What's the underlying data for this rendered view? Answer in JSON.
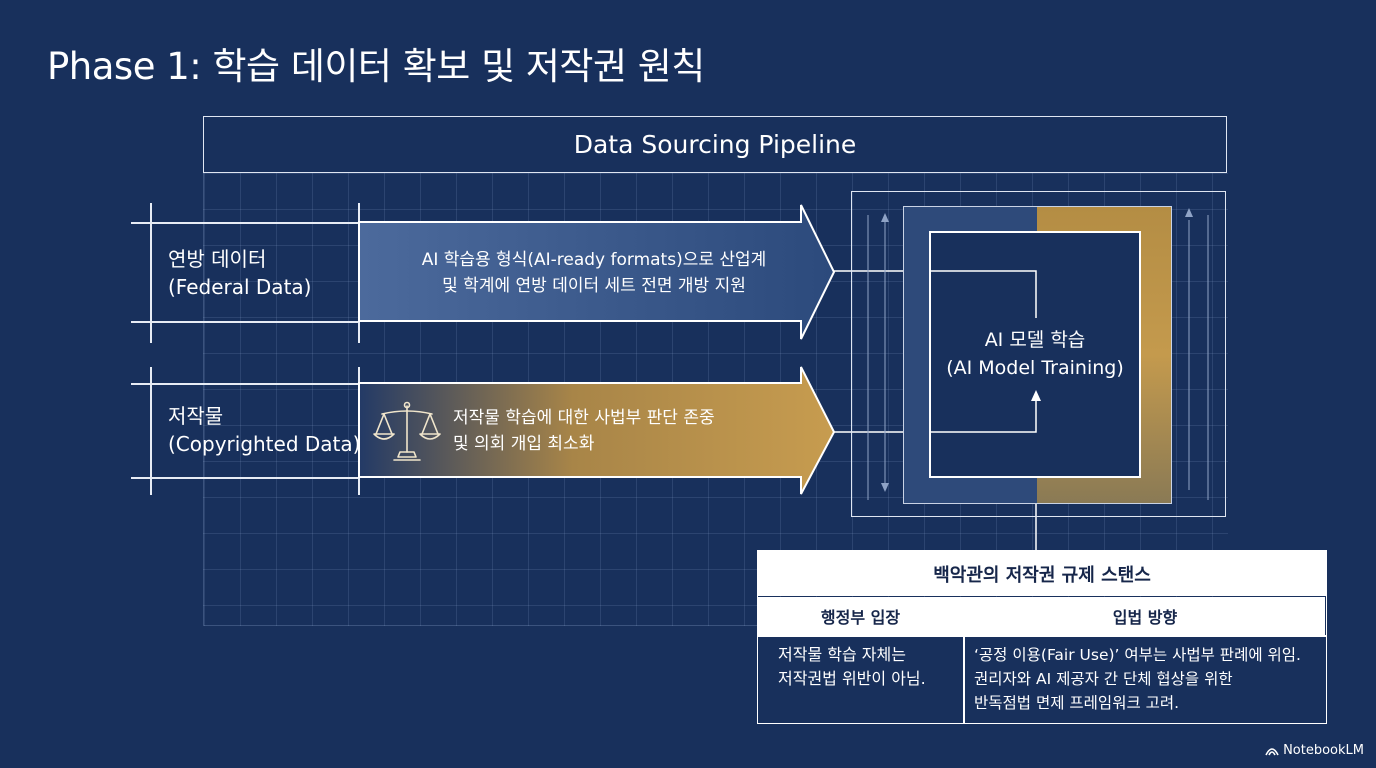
{
  "title": "Phase 1: 학습 데이터 확보 및 저작권 원칙",
  "pipeline_header": "Data Sourcing Pipeline",
  "rows": [
    {
      "label_ko": "연방 데이터",
      "label_en": "(Federal Data)",
      "arrow_line1": "AI 학습용 형식(AI-ready formats)으로 산업계",
      "arrow_line2": "및 학계에 연방 데이터 세트 전면 개방 지원",
      "arrow_color": "#3f5f92"
    },
    {
      "label_ko": "저작물",
      "label_en": "(Copyrighted Data)",
      "arrow_line1": "저작물 학습에 대한 사법부 판단 존중",
      "arrow_line2": "및 의회 개입 최소화",
      "arrow_color": "#c49a4d",
      "icon": "scales-icon"
    }
  ],
  "model": {
    "label_ko": "AI 모델 학습",
    "label_en": "(AI Model Training)"
  },
  "stance_table": {
    "title": "백악관의 저작권 규제 스탠스",
    "col1_header": "행정부 입장",
    "col2_header": "입법 방향",
    "col1_line1": "저작물 학습 자체는",
    "col1_line2": "저작권법 위반이 아님.",
    "col2_line1": "‘공정 이용(Fair Use)’ 여부는 사법부 판례에 위임.",
    "col2_line2": "권리자와 AI 제공자 간 단체 협상을 위한",
    "col2_line3": "반독점법 면제 프레임워크 고려."
  },
  "footer": "NotebookLM",
  "colors": {
    "background": "#18305c",
    "gold": "#c49a4d",
    "blue_arrow": "#3f5f92"
  }
}
